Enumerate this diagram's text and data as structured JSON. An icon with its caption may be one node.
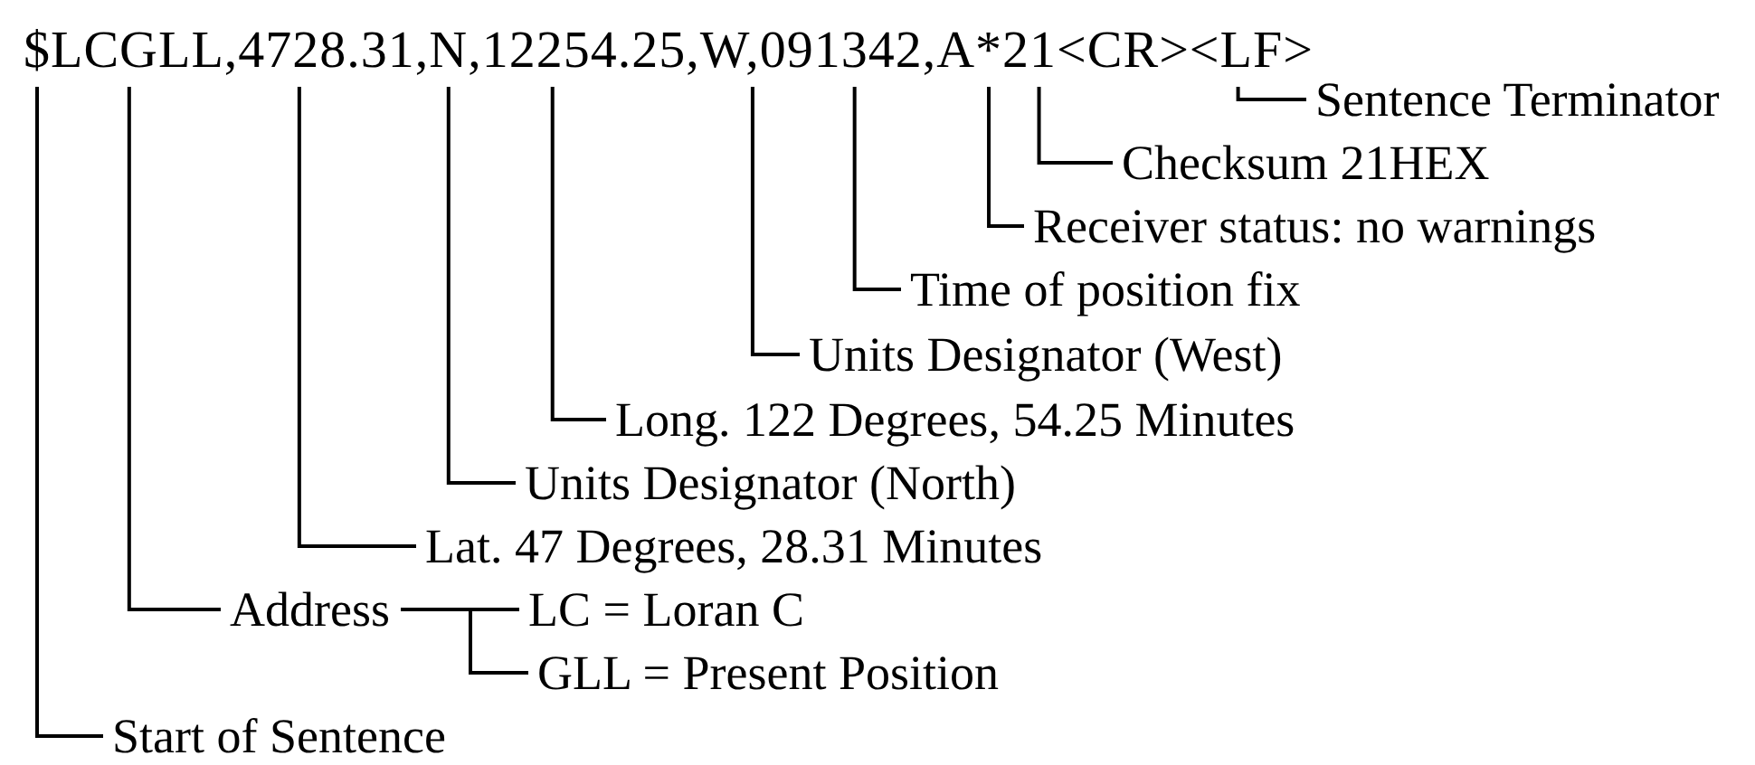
{
  "diagram": {
    "nodes": [
      {
        "text": [
          "$LCGLL,4728.31,N,12254.25,W,091342,A*21<CR><LF>"
        ]
      },
      {
        "text": [
          "Sentence Terminator"
        ]
      },
      {
        "text": [
          "Checksum 21HEX"
        ]
      },
      {
        "text": [
          "Receiver status: no warnings"
        ]
      },
      {
        "text": [
          "Time of position fix"
        ]
      },
      {
        "text": [
          "Units Designator (West)"
        ]
      },
      {
        "text": [
          "Long. 122 Degrees, 54.25 Minutes"
        ]
      },
      {
        "text": [
          "Units Designator (North)"
        ]
      },
      {
        "text": [
          "Lat. 47 Degrees, 28.31 Minutes"
        ]
      },
      {
        "text": [
          "Address"
        ]
      },
      {
        "text": [
          "LC = Loran C"
        ]
      },
      {
        "text": [
          "GLL = Present Position"
        ]
      },
      {
        "text": [
          "Start of Sentence"
        ]
      }
    ],
    "edges": [
      {
        "from": 1,
        "to": 0,
        "arrow": "none"
      },
      {
        "from": 2,
        "to": 0,
        "arrow": "none"
      },
      {
        "from": 3,
        "to": 0,
        "arrow": "none"
      },
      {
        "from": 4,
        "to": 0,
        "arrow": "none"
      },
      {
        "from": 5,
        "to": 0,
        "arrow": "none"
      },
      {
        "from": 6,
        "to": 0,
        "arrow": "none"
      },
      {
        "from": 7,
        "to": 0,
        "arrow": "none"
      },
      {
        "from": 8,
        "to": 0,
        "arrow": "none"
      },
      {
        "from": 9,
        "to": 0,
        "arrow": "none"
      },
      {
        "from": 9,
        "to": 10,
        "arrow": "none"
      },
      {
        "from": 9,
        "to": 11,
        "arrow": "none"
      },
      {
        "from": 12,
        "to": 0,
        "arrow": "none"
      }
    ]
  }
}
